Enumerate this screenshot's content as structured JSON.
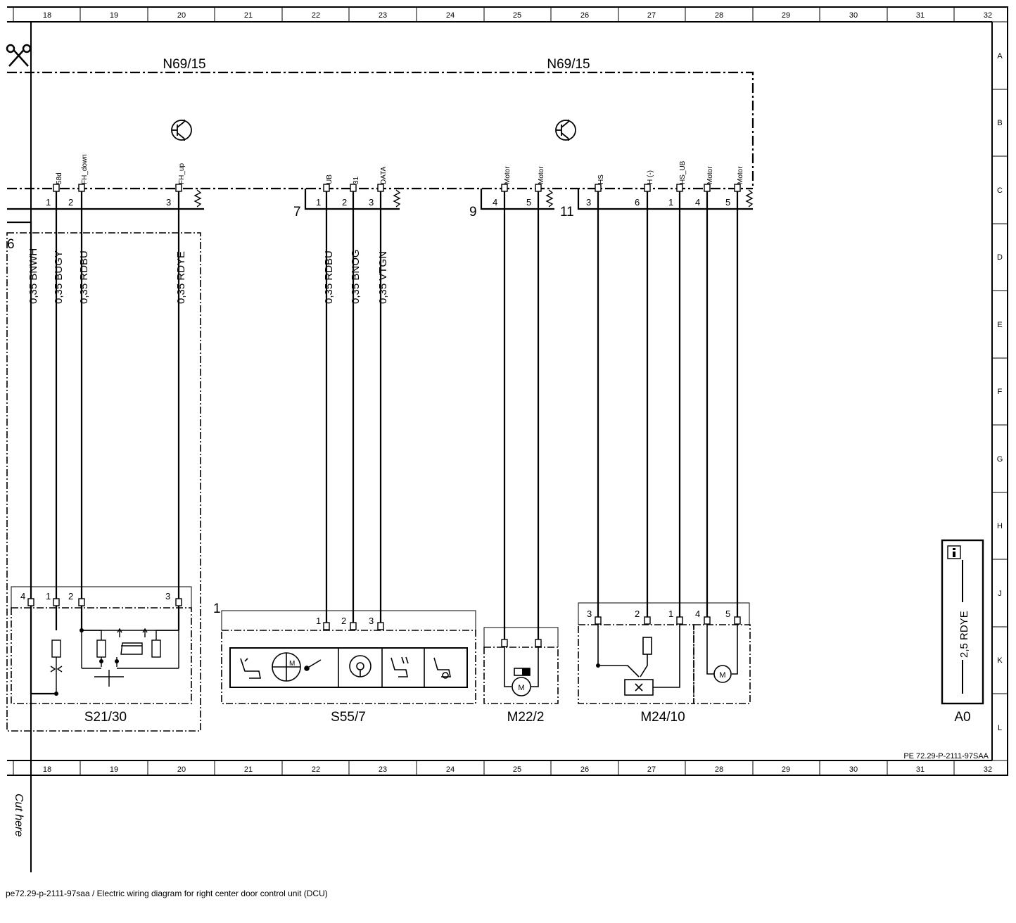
{
  "grid": {
    "columns": [
      "18",
      "19",
      "20",
      "21",
      "22",
      "23",
      "24",
      "25",
      "26",
      "27",
      "28",
      "29",
      "30",
      "31",
      "32"
    ],
    "rows": [
      "A",
      "B",
      "C",
      "D",
      "E",
      "F",
      "G",
      "H",
      "J",
      "K",
      "L"
    ]
  },
  "modules": {
    "left": "N69/15",
    "right": "N69/15"
  },
  "connectors": [
    {
      "id": "c6",
      "label": "6"
    },
    {
      "id": "c7",
      "label": "7"
    },
    {
      "id": "c9",
      "label": "9"
    },
    {
      "id": "c11",
      "label": "11"
    },
    {
      "id": "c1",
      "label": "1"
    }
  ],
  "signals": [
    "58d",
    "FH_down",
    "FH_up",
    "UB",
    "31",
    "DATA",
    "Motor",
    "Motor",
    "HS",
    "H (-)",
    "HS_UB",
    "Motor",
    "Motor"
  ],
  "top_pins": [
    "1",
    "2",
    "3",
    "1",
    "2",
    "3",
    "4",
    "5",
    "3",
    "6",
    "1",
    "4",
    "5"
  ],
  "wires": [
    "0,35 BNWH",
    "0,35 BUGY",
    "0,35 RDBU",
    "0,35 RDYE",
    "0,35 RDBU",
    "0,35 BNOG",
    "0,35 VTGN"
  ],
  "bottom_pins": [
    "4",
    "1",
    "2",
    "3",
    "1",
    "2",
    "3",
    "3",
    "2",
    "1",
    "4",
    "5"
  ],
  "components": {
    "s2130": "S21/30",
    "s557": "S55/7",
    "m222": "M22/2",
    "m2410": "M24/10",
    "a0": "A0",
    "a0_wire": "2,5 RDYE"
  },
  "motor_symbol": "M",
  "doc_code": "PE 72.29-P-2111-97SAA",
  "cut_label": "Cut here",
  "caption": "pe72.29-p-2111-97saa / Electric wiring diagram for right center door control unit (DCU)"
}
